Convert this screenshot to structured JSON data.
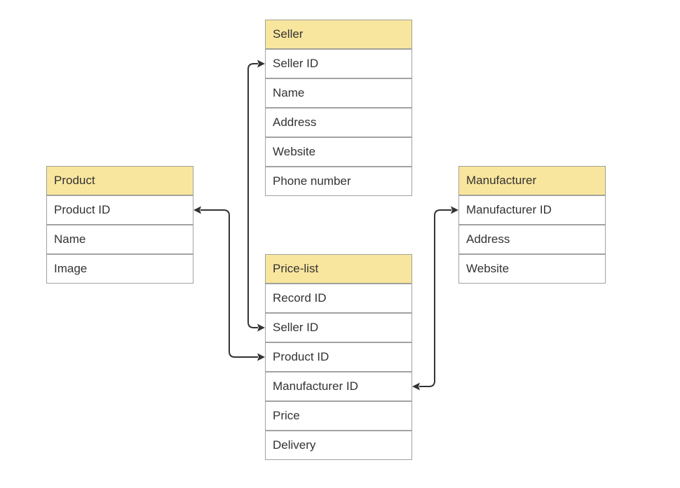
{
  "diagram": {
    "type": "entity-relationship",
    "background_color": "#ffffff",
    "header_fill_color": "#f9e69e",
    "cell_fill_color": "#ffffff",
    "border_color": "#a2a2a2",
    "connector_color": "#333333",
    "text_color": "#333333"
  },
  "tables": {
    "seller": {
      "title": "Seller",
      "fields": [
        "Seller ID",
        "Name",
        "Address",
        "Website",
        "Phone number"
      ]
    },
    "product": {
      "title": "Product",
      "fields": [
        "Product ID",
        "Name",
        "Image"
      ]
    },
    "manufacturer": {
      "title": "Manufacturer",
      "fields": [
        "Manufacturer ID",
        "Address",
        "Website"
      ]
    },
    "price_list": {
      "title": "Price-list",
      "fields": [
        "Record ID",
        "Seller ID",
        "Product ID",
        "Manufacturer ID",
        "Price",
        "Delivery"
      ]
    }
  },
  "relationships": [
    {
      "from_table": "Price-list",
      "from_field": "Seller ID",
      "to_table": "Seller",
      "to_field": "Seller ID"
    },
    {
      "from_table": "Price-list",
      "from_field": "Product ID",
      "to_table": "Product",
      "to_field": "Product ID"
    },
    {
      "from_table": "Price-list",
      "from_field": "Manufacturer ID",
      "to_table": "Manufacturer",
      "to_field": "Manufacturer ID"
    }
  ]
}
